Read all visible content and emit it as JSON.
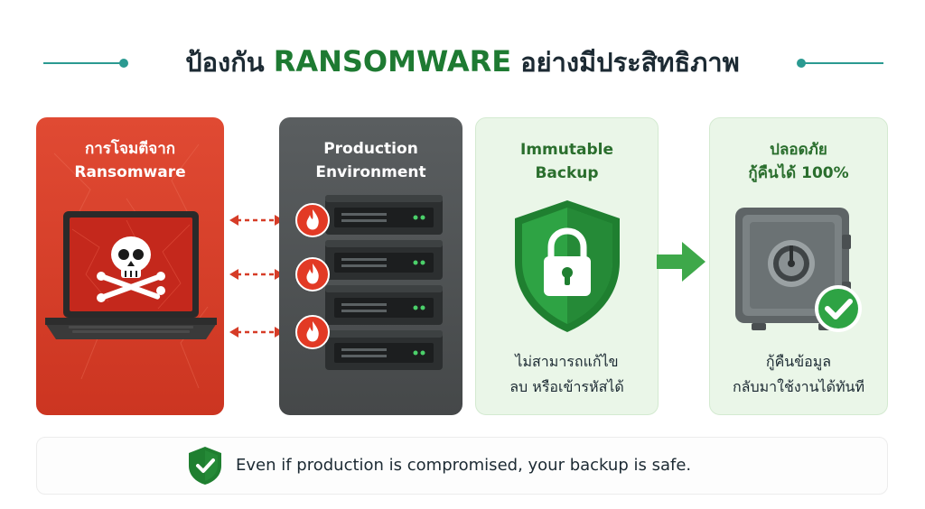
{
  "header": {
    "title_prefix": "ป้องกัน",
    "title_accent": "RANSOMWARE",
    "title_suffix": "อย่างมีประสิทธิภาพ"
  },
  "panels": {
    "attack": {
      "title_line1": "การโจมตีจาก",
      "title_line2": "Ransomware",
      "icon": "skull-laptop-icon"
    },
    "production": {
      "title_line1": "Production",
      "title_line2": "Environment",
      "icon": "server-rack-icon"
    },
    "backup": {
      "title_line1": "Immutable",
      "title_line2": "Backup",
      "caption_line1": "ไม่สามารถแก้ไข",
      "caption_line2": "ลบ หรือเข้ารหัสได้",
      "icon": "shield-lock-icon"
    },
    "safe": {
      "title_line1": "ปลอดภัย",
      "title_line2": "กู้คืนได้ 100%",
      "caption_line1": "กู้คืนข้อมูล",
      "caption_line2": "กลับมาใช้งานได้ทันที",
      "icon": "vault-check-icon"
    }
  },
  "footer": {
    "text": "Even if production is compromised, your backup is safe.",
    "icon": "shield-check-icon"
  },
  "colors": {
    "attack": "#d63c27",
    "production": "#4f5355",
    "green_panel": "#eaf6e8",
    "accent_green": "#1e7a32",
    "teal_line": "#2b9a91"
  }
}
